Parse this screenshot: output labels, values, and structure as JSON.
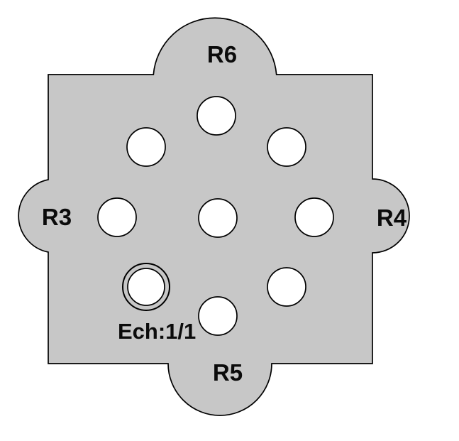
{
  "drawing": {
    "title": "plate-with-four-lobes",
    "labels": {
      "top": "R6",
      "left": "R3",
      "right": "R4",
      "bottom": "R5",
      "scale": "Ech:1/1"
    },
    "colors": {
      "plate_fill": "#c7c7c7",
      "outline": "#000000",
      "hole_fill": "#ffffff"
    },
    "holes": {
      "count": 9,
      "double_ring_hole_position": "lower-left"
    }
  }
}
